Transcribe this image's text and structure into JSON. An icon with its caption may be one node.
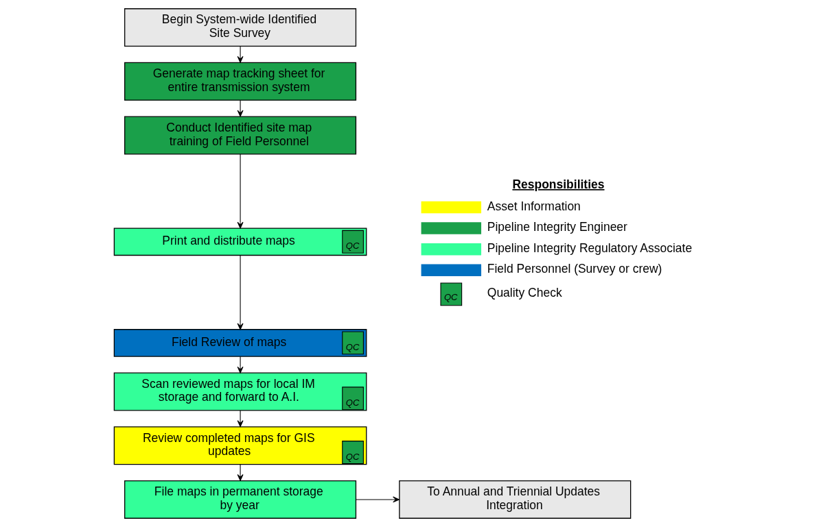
{
  "diagram": {
    "nodes": [
      {
        "text": [
          "Begin System-wide Identified Site Survey"
        ]
      },
      {
        "text": [
          "Generate map tracking sheet for entire transmission system"
        ]
      },
      {
        "text": [
          "Conduct Identified site map training of Field Personnel"
        ]
      },
      {
        "text": [
          "Print and distribute maps",
          "QC"
        ]
      },
      {
        "text": [
          "Field Review of maps",
          "QC"
        ]
      },
      {
        "text": [
          "Scan reviewed maps for local IM storage and forward to A.I.",
          "QC"
        ]
      },
      {
        "text": [
          "Review completed maps for GIS updates",
          "QC"
        ]
      },
      {
        "text": [
          "File maps in permanent storage by year"
        ]
      },
      {
        "text": [
          "To Annual and Triennial Updates Integration"
        ]
      }
    ],
    "edges": [
      {
        "from": 0,
        "to": 1,
        "arrow": "to"
      },
      {
        "from": 1,
        "to": 2,
        "arrow": "to"
      },
      {
        "from": 2,
        "to": 3,
        "arrow": "to"
      },
      {
        "from": 3,
        "to": 4,
        "arrow": "to"
      },
      {
        "from": 4,
        "to": 5,
        "arrow": "to"
      },
      {
        "from": 5,
        "to": 6,
        "arrow": "to"
      },
      {
        "from": 6,
        "to": 7,
        "arrow": "to"
      },
      {
        "from": 7,
        "to": 8,
        "arrow": "to"
      }
    ],
    "labels": [
      "Responsibilities",
      "QC"
    ],
    "legend": [
      {
        "text": "Asset Information",
        "color": "#ffff00"
      },
      {
        "text": "Pipeline Integrity Engineer",
        "color": "#1aa04a"
      },
      {
        "text": "Pipeline Integrity Regulatory Associate",
        "color": "#33ff99"
      },
      {
        "text": "Field Personnel (Survey or crew)",
        "color": "#0070c0"
      },
      {
        "text": "Quality Check"
      }
    ]
  }
}
